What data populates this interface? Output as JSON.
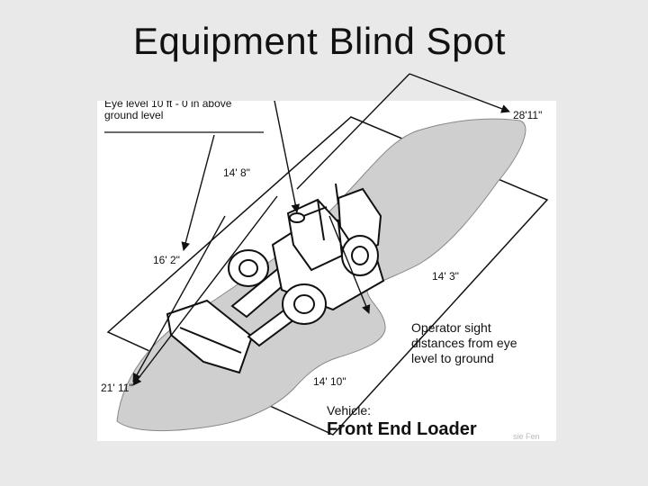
{
  "slide": {
    "title": "Equipment Blind Spot"
  },
  "diagram": {
    "eye_level_note": "Eye level 10 ft - 0 in above ground level",
    "distances": {
      "top_right": "28'11\"",
      "upper_left": "14' 8\"",
      "left": "16' 2\"",
      "right": "14' 3\"",
      "bottom_left": "21' 11\"",
      "bottom_center": "14' 10\""
    },
    "operator_note": "Operator sight distances from eye level to ground",
    "vehicle_label": "Vehicle:",
    "vehicle_name": "Front End Loader",
    "watermark": "sie Fen"
  },
  "colors": {
    "slide_background": "#e9e9e9",
    "panel_background": "#ffffff",
    "shaded_area": "#cfcfcf",
    "line": "#111111"
  }
}
